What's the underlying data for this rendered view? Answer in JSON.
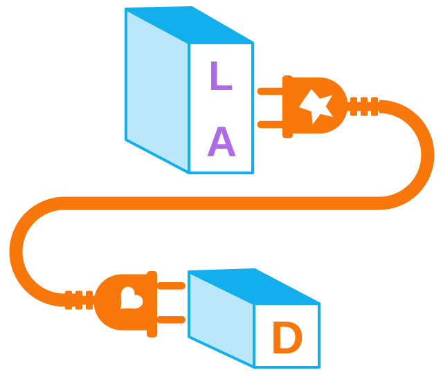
{
  "illustration": {
    "top_box": {
      "line1": "L",
      "line2": "A"
    },
    "bottom_box": {
      "letter": "D"
    },
    "connector": {
      "upper_plug_symbol": "star",
      "lower_plug_symbol": "heart"
    }
  },
  "colors": {
    "orange": "#F8770B",
    "cyan": "#12AFEC",
    "pale_blue": "#BAE7FA",
    "purple": "#AE6BE5"
  }
}
